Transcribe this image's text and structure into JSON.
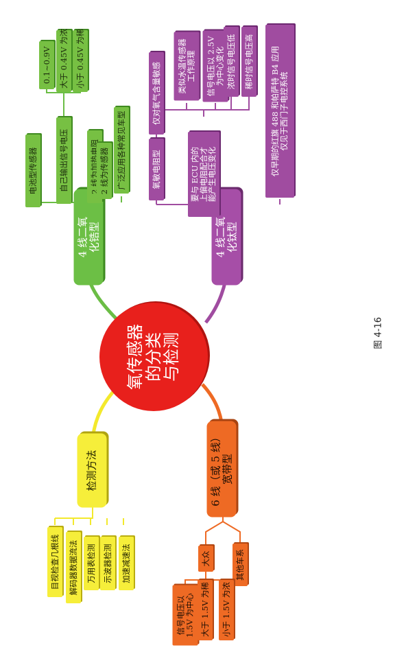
{
  "center": {
    "line1": "氧传感器",
    "line2": "的分类",
    "line3": "与检测"
  },
  "branches": {
    "zirconia4": {
      "line1": "4 线二氧",
      "line2": "化锆型",
      "items": [
        "电池型传感器",
        "自己输出信号电压",
        "2 线为加热电阻",
        "2 线为传感器",
        "广泛应用各种常见车型"
      ],
      "voltage": [
        "0.1~0.9V",
        "大于 0.45V 为浓",
        "小于 0.45V 为稀"
      ]
    },
    "titania4": {
      "line1": "4 线二氧",
      "line2": "化钛型",
      "resistor": "氧敏电阻型",
      "ecu_line1": "要与 ECU 内的",
      "ecu_line2": "上偏电阻配合才",
      "ecu_line3": "能产生电压变化",
      "only_oxygen": "仅对氧气含量敏感",
      "similar_line1": "类似水温传感器",
      "similar_line2": "工作原理",
      "signal_line1": "信号电压以 2.5V",
      "signal_line2": "为中心变化",
      "rich": "浓时信号电压低",
      "lean": "稀时信号电压高",
      "usage_line1": "仅早期的红旗 488 和帕萨特 B4 应用",
      "usage_line2": "仅见于西门子电控系统"
    },
    "wideband6": {
      "line1": "6 线（或 5 线）",
      "line2": "宽带型",
      "dazhong": "大众",
      "others": "其他车系",
      "signal_line1": "信号电压以",
      "signal_line2": "1.5V 为中心",
      "greater": "大于 1.5V 为稀",
      "less": "小于 1.5V 为浓"
    },
    "methods": {
      "label": "检测方法",
      "items": [
        "目视检查几根线",
        "解码器数据流法",
        "万用表检测",
        "示波器检测",
        "加速减速法"
      ]
    }
  },
  "caption": "图 4-16"
}
